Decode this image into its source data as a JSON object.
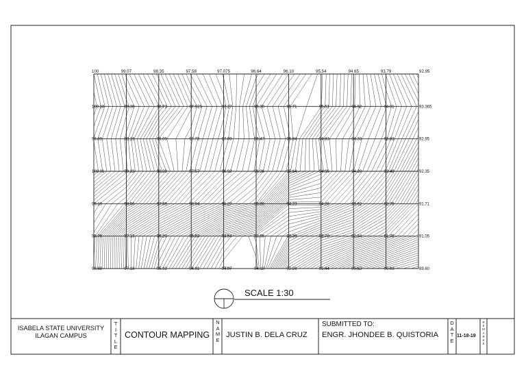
{
  "grid": {
    "columns": 11,
    "rows": 7,
    "elevations": [
      [
        "100",
        "99.07",
        "98.35",
        "97.58",
        "97.075",
        "96.64",
        "96.10",
        "95.54",
        "94.65",
        "93.79",
        "92.95"
      ],
      [
        "100.18",
        "99.36",
        "98.71",
        "97.915",
        "97.27",
        "96.30",
        "95.71",
        "95.51",
        "94.62",
        "94.01",
        "93.365"
      ],
      [
        "99.89",
        "99.16",
        "98.09",
        "97.73",
        "97.09",
        "96.47",
        "95.84",
        "94.83",
        "94.33",
        "93.83",
        "92.95"
      ],
      [
        "100.01",
        "99.23",
        "98.39",
        "97.57",
        "96.92",
        "96.36",
        "95.64",
        "94.96",
        "94.20",
        "93.48",
        "92.35"
      ],
      [
        "99.10",
        "98.56",
        "97.65",
        "96.94",
        "96.27",
        "95.80",
        "94.23",
        "94.26",
        "93.62",
        "92.78",
        "91.71"
      ],
      [
        "98.76",
        "97.13",
        "96.29",
        "95.53",
        "94.54",
        "93.96",
        "93.39",
        "92.78",
        "92.34",
        "91.75",
        "91.05"
      ],
      [
        "98.68",
        "97.18",
        "95.92",
        "94.91",
        "94.07",
        "94.18",
        "92.26",
        "91.44",
        "90.62",
        "90.03",
        "89.60"
      ]
    ]
  },
  "scale": {
    "label": "SCALE 1:30"
  },
  "title_block": {
    "institution_line1": "ISABELA STATE UNIVERSITY",
    "institution_line2": "ILAGAN CAMPUS",
    "title_letters": [
      "T",
      "I",
      "T",
      "L",
      "E"
    ],
    "title": "CONTOUR MAPPING",
    "name_letters": [
      "N",
      "A",
      "M",
      "E"
    ],
    "name": "JUSTIN B. DELA CRUZ",
    "submitted_label": "SUBMITTED TO:",
    "submitted_to": "ENGR. JHONDEE B. QUISTORIA",
    "date_letters": [
      "D",
      "A",
      "T",
      "E"
    ],
    "date": "11-18-19",
    "remarks_letters": [
      "R",
      "E",
      "M",
      "A",
      "R",
      "K",
      "S"
    ]
  },
  "colors": {
    "ink": "#111111",
    "paper": "#ffffff"
  }
}
